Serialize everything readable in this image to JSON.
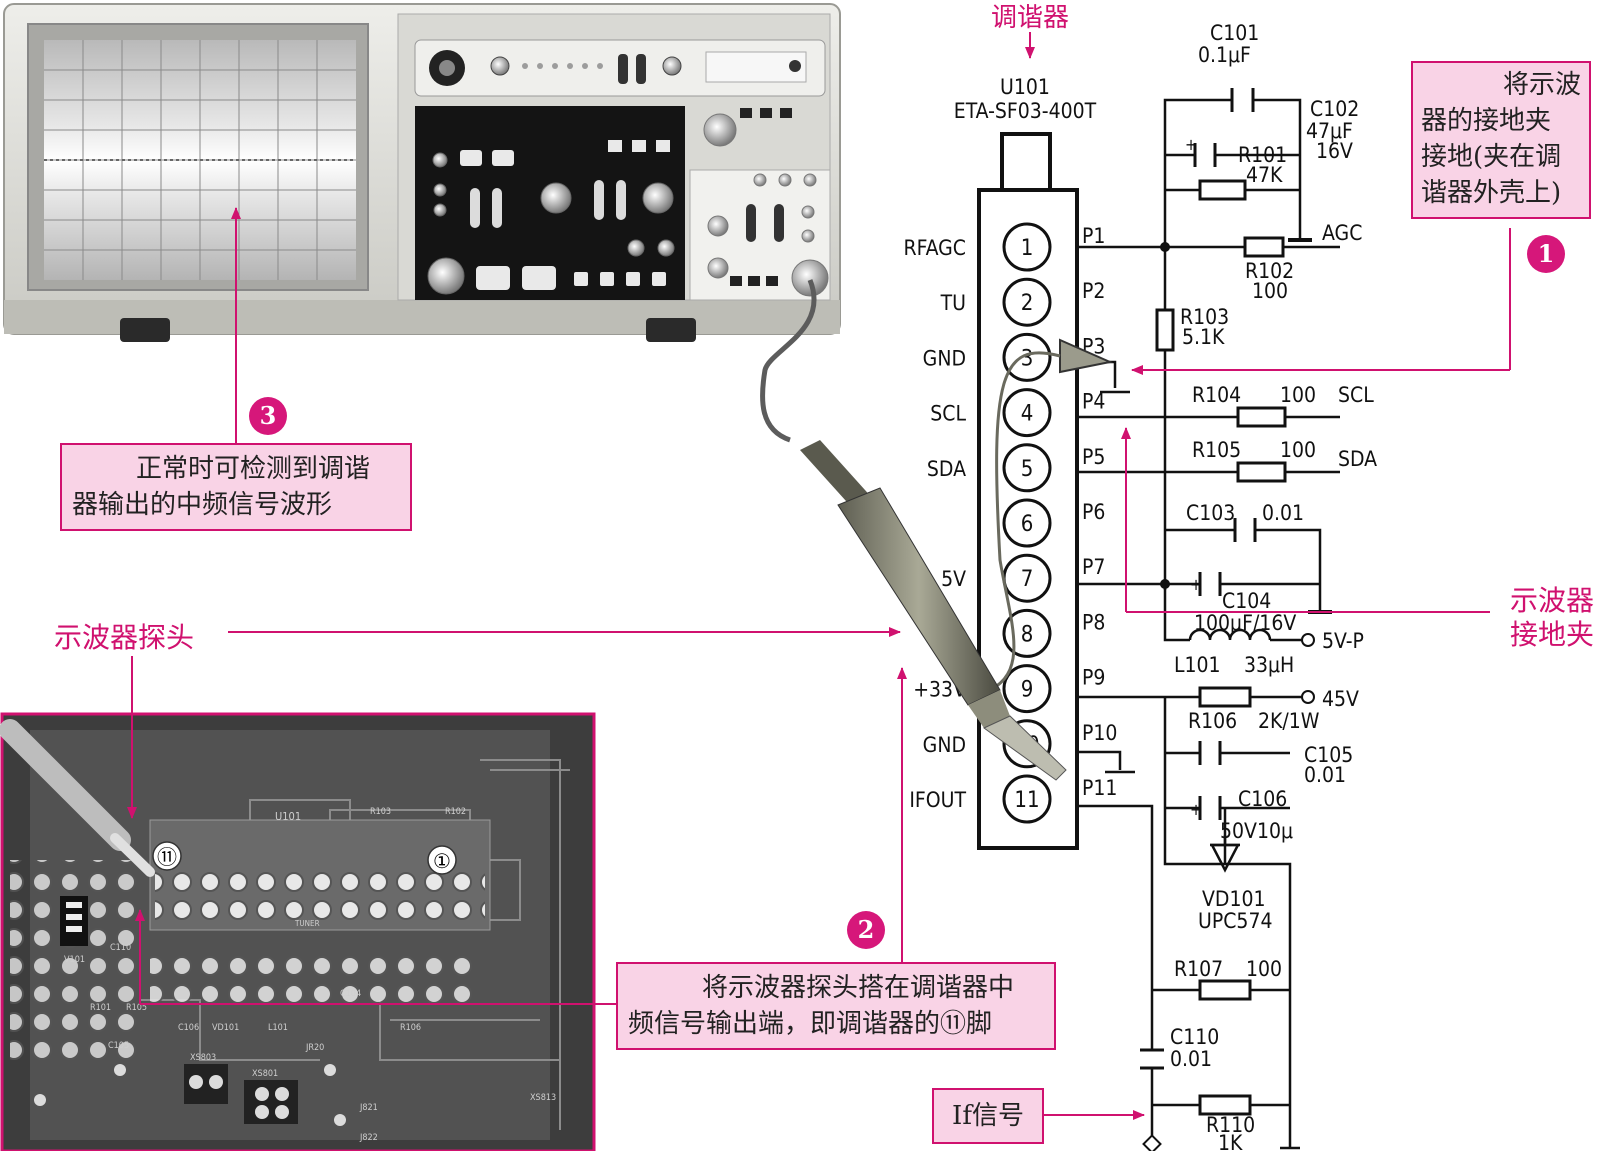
{
  "tuner": {
    "title": "调谐器",
    "ref": "U101",
    "model": "ETA-SF03-400T",
    "pins": [
      {
        "num": "1",
        "name": "P1",
        "label": "RFAGC"
      },
      {
        "num": "2",
        "name": "P2",
        "label": "TU"
      },
      {
        "num": "3",
        "name": "P3",
        "label": "GND"
      },
      {
        "num": "4",
        "name": "P4",
        "label": "SCL"
      },
      {
        "num": "5",
        "name": "P5",
        "label": "SDA"
      },
      {
        "num": "6",
        "name": "P6",
        "label": ""
      },
      {
        "num": "7",
        "name": "P7",
        "label": "5V"
      },
      {
        "num": "8",
        "name": "P8",
        "label": ""
      },
      {
        "num": "9",
        "name": "P9",
        "label": "+33V"
      },
      {
        "num": "10",
        "name": "P10",
        "label": "GND"
      },
      {
        "num": "11",
        "name": "P11",
        "label": "IFOUT"
      }
    ]
  },
  "components": {
    "c101": {
      "ref": "C101",
      "value": "0.1μF"
    },
    "c102": {
      "ref": "C102",
      "value1": "47μF",
      "value2": "16V"
    },
    "r101": {
      "ref": "R101",
      "value": "47K"
    },
    "r102": {
      "ref": "R102",
      "value": "100"
    },
    "r103": {
      "ref": "R103",
      "value": "5.1K"
    },
    "r104": {
      "ref": "R104",
      "value": "100"
    },
    "r105": {
      "ref": "R105",
      "value": "100"
    },
    "c103": {
      "ref": "C103",
      "value": "0.01"
    },
    "c104": {
      "ref": "C104",
      "value": "100μF/16V"
    },
    "l101": {
      "ref": "L101",
      "value": "33μH"
    },
    "r106": {
      "ref": "R106",
      "value": "2K/1W"
    },
    "c105": {
      "ref": "C105",
      "value": "0.01"
    },
    "c106": {
      "ref": "C106",
      "value": "50V10μ"
    },
    "vd101": {
      "ref": "VD101",
      "value": "UPC574"
    },
    "r107": {
      "ref": "R107",
      "value": "100"
    },
    "c110": {
      "ref": "C110",
      "value": "0.01"
    },
    "r110": {
      "ref": "R110",
      "value": "1K"
    }
  },
  "nets": {
    "agc": "AGC",
    "scl": "SCL",
    "sda": "SDA",
    "v5p": "5V-P",
    "v45": "45V"
  },
  "annotations": {
    "note1": {
      "badge": "1",
      "line1": "将示波",
      "line2": "器的接地夹",
      "line3": "接地(夹在调",
      "line4": "谐器外壳上)"
    },
    "note2": {
      "badge": "2",
      "line1": "将示波器探头搭在调谐器中",
      "line2": "频信号输出端，即调谐器的⑪脚"
    },
    "note3": {
      "badge": "3",
      "line1": "正常时可检测到调谐",
      "line2": "器输出的中频信号波形"
    },
    "probe_label": "示波器探头",
    "ground_clip_label1": "示波器",
    "ground_clip_label2": "接地夹",
    "if_signal": "If信号"
  },
  "pcb": {
    "ic_label": "U101",
    "pin11_mark": "⑪",
    "pin1_mark": "①",
    "silk": [
      "R103",
      "R102",
      "TUNER",
      "V101",
      "XS803",
      "XS801",
      "JR20",
      "J821",
      "J822",
      "XS813",
      "C105",
      "C106",
      "VD101",
      "L101",
      "R105",
      "R101",
      "C104",
      "R106",
      "C110"
    ]
  },
  "colors": {
    "accent": "#d0116f",
    "note_bg": "#f9d3e6",
    "wire": "#111111"
  }
}
